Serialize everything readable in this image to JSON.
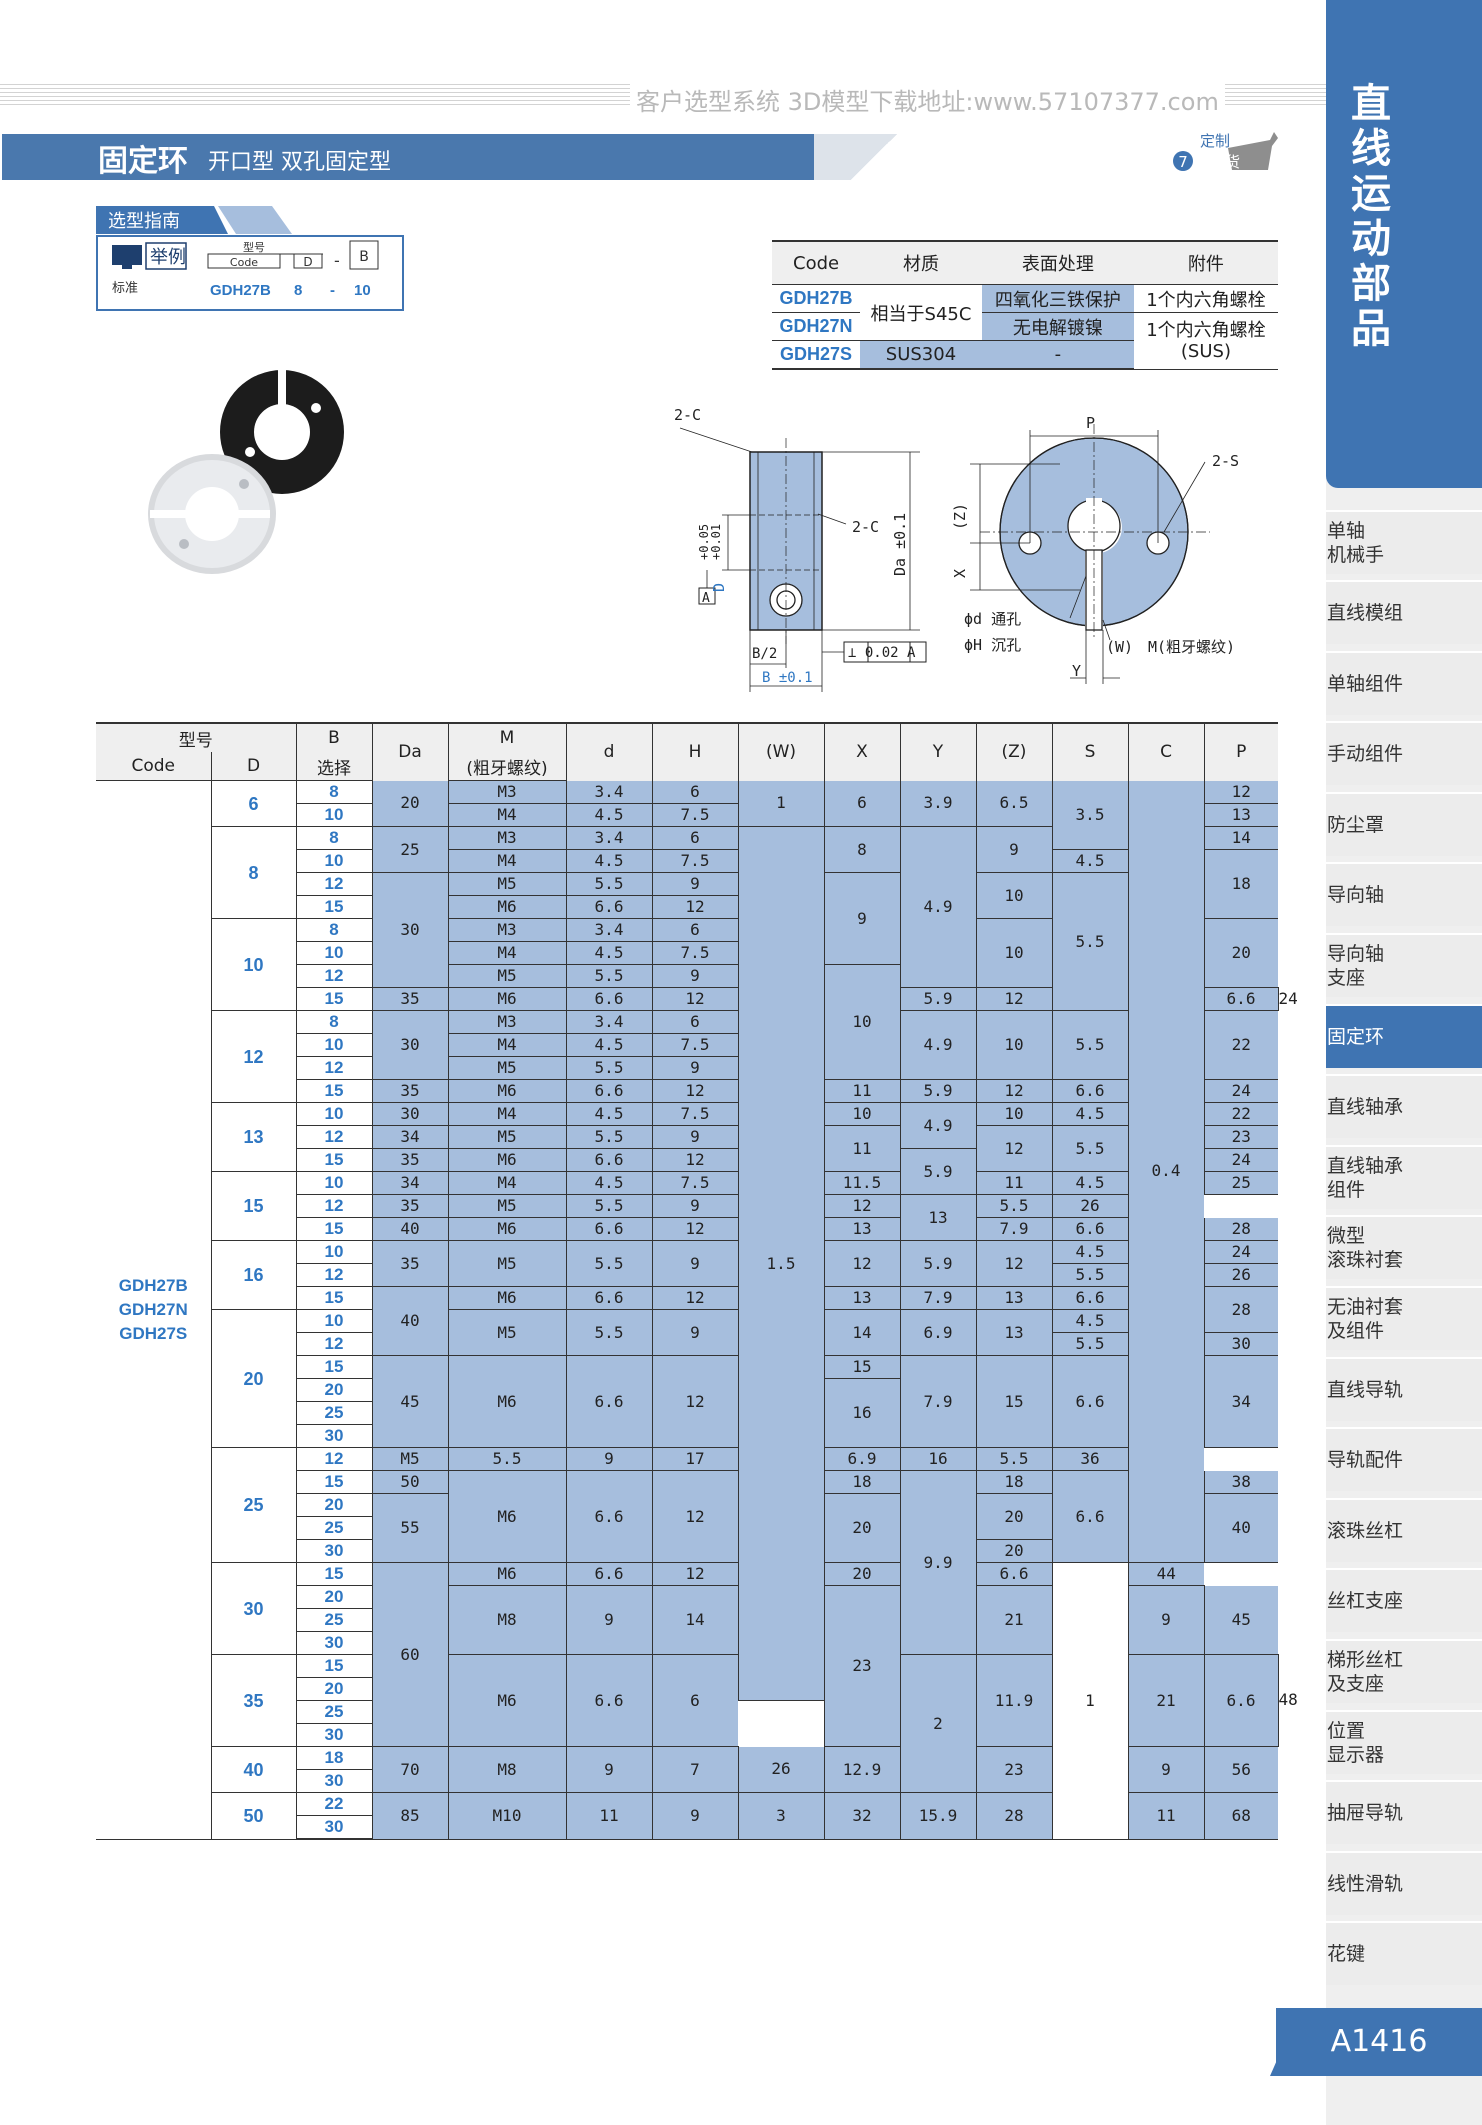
{
  "watermark": "客户选型系统 3D模型下载地址:www.57107377.com",
  "title": {
    "main": "固定环",
    "sub": "开口型 双孔固定型"
  },
  "custom_badge": {
    "line1": "定制",
    "days": "7",
    "line2": "天发货"
  },
  "side": {
    "heading": [
      "直",
      "线",
      "运",
      "动",
      "部",
      "品"
    ],
    "items": [
      {
        "label": "单轴\n机械手",
        "active": false
      },
      {
        "label": "直线模组",
        "active": false
      },
      {
        "label": "单轴组件",
        "active": false
      },
      {
        "label": "手动组件",
        "active": false
      },
      {
        "label": "防尘罩",
        "active": false
      },
      {
        "label": "导向轴",
        "active": false
      },
      {
        "label": "导向轴\n支座",
        "active": false
      },
      {
        "label": "固定环",
        "active": true
      },
      {
        "label": "直线轴承",
        "active": false
      },
      {
        "label": "直线轴承\n组件",
        "active": false
      },
      {
        "label": "微型\n滚珠衬套",
        "active": false
      },
      {
        "label": "无油衬套\n及组件",
        "active": false
      },
      {
        "label": "直线导轨",
        "active": false
      },
      {
        "label": "导轨配件",
        "active": false
      },
      {
        "label": "滚珠丝杠",
        "active": false
      },
      {
        "label": "丝杠支座",
        "active": false
      },
      {
        "label": "梯形丝杠\n及支座",
        "active": false
      },
      {
        "label": "位置\n显示器",
        "active": false
      },
      {
        "label": "抽屉导轨",
        "active": false
      },
      {
        "label": "线性滑轨",
        "active": false
      },
      {
        "label": "花键",
        "active": false
      }
    ],
    "page_number": "A1416"
  },
  "guide": {
    "heading": "选型指南",
    "example_label": "举例",
    "model_label": "型号",
    "code_label": "Code",
    "d_label": "D",
    "dash": "-",
    "b_label": "B",
    "standard_label": "标准",
    "example_code": "GDH27B",
    "example_d": "8",
    "example_b": "10"
  },
  "material_table": {
    "headers": [
      "Code",
      "材质",
      "表面处理",
      "附件"
    ],
    "rows": [
      {
        "code": "GDH27B",
        "material": "相当于S45C",
        "surface": "四氧化三铁保护",
        "accessory": "1个内六角螺栓"
      },
      {
        "code": "GDH27N",
        "material": "",
        "surface": "无电解镀镍",
        "accessory": "1个内六角螺栓\n(SUS)"
      },
      {
        "code": "GDH27S",
        "material": "SUS304",
        "surface": "-",
        "accessory": ""
      }
    ]
  },
  "drawing": {
    "two_c_top": "2-C",
    "two_c_mid": "2-C",
    "d_tol": "+0.05\n+0.01",
    "d_label": "D",
    "a_label": "A",
    "da_label": "Da ±0.1",
    "b2_label": "B/2",
    "b_label": "B ±0.1",
    "perp_label": "⊥ 0.02 A",
    "p_label": "P",
    "two_s_label": "2-S",
    "z_label": "(Z)",
    "x_label": "X",
    "phi_d": "ϕd 通孔",
    "phi_h": "ϕH 沉孔",
    "w_label": "(W)",
    "m_label": "M(粗牙螺纹)",
    "y_label": "Y"
  },
  "main_table": {
    "head1": {
      "model": "型号",
      "b": "B",
      "da": "Da",
      "m": "M",
      "d": "d",
      "h": "H",
      "w": "(W)",
      "x": "X",
      "y": "Y",
      "z": "(Z)",
      "s": "S",
      "c": "C",
      "p": "P"
    },
    "head2": {
      "code": "Code",
      "d": "D",
      "b": "选择",
      "m": "(粗牙螺纹)"
    },
    "codes": [
      "GDH27B",
      "GDH27N",
      "GDH27S"
    ]
  }
}
